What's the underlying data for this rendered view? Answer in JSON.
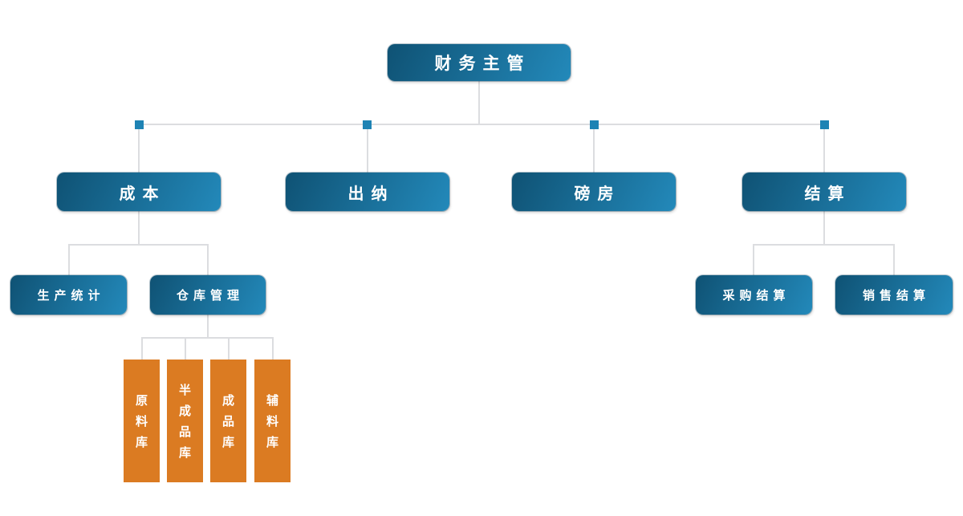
{
  "diagram": {
    "type": "org-chart",
    "title": null
  },
  "tree": {
    "label": "财务主管",
    "children": [
      {
        "label": "成本",
        "children": [
          {
            "label": "生产统计"
          },
          {
            "label": "仓库管理",
            "children": [
              {
                "label": "原料库"
              },
              {
                "label": "半成品库"
              },
              {
                "label": "成品库"
              },
              {
                "label": "辅料库"
              }
            ]
          }
        ]
      },
      {
        "label": "出纳"
      },
      {
        "label": "磅房"
      },
      {
        "label": "结算",
        "children": [
          {
            "label": "采购结算"
          },
          {
            "label": "销售结算"
          }
        ]
      }
    ]
  },
  "colors": {
    "box_gradient_start": "#0F5274",
    "box_gradient_end": "#2389BA",
    "orange_box": "#DB7B22",
    "connector_line": "#DCDDE0",
    "junction_marker": "#1E83B4",
    "text": "#FFFFFF",
    "background": "#FFFFFF"
  }
}
